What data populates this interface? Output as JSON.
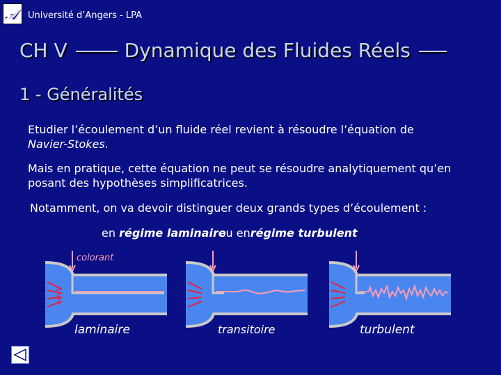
{
  "header": {
    "university": "Université d’Angers - LPA",
    "logo": "ua-monogram-logo"
  },
  "chapter": {
    "prefix": "CH V",
    "title": "Dynamique des Fluides Réels"
  },
  "section": {
    "title": "1 - Généralités"
  },
  "body": {
    "p1_line1": "Etudier l’écoulement d’un fluide réel revient à résoudre l’équation de",
    "p1_line2": "Navier-Stokes",
    "p1_end": ".",
    "p2": "Mais en pratique, cette équation ne peut se résoudre analytiquement qu’en posant des hypothèses simplificatrices.",
    "p3": "Notamment, on va devoir distinguer deux grands types d’écoulement :",
    "p4_en1": "en ",
    "p4_lam": "régime laminaire",
    "p4_ou": "ou en ",
    "p4_turb": "régime turbulent"
  },
  "diagram": {
    "dye_label": "colorant",
    "labels": [
      "laminaire",
      "transitoire",
      "turbulent"
    ],
    "colors": {
      "pipe_fill": "#4a86f0",
      "pipe_dark": "#1e2bd0",
      "wall": "#c9c9c9",
      "flow_arrows": "#e8213c",
      "dye": "#ff9db2"
    }
  },
  "nav": {
    "icon": "back-triangle-icon"
  }
}
